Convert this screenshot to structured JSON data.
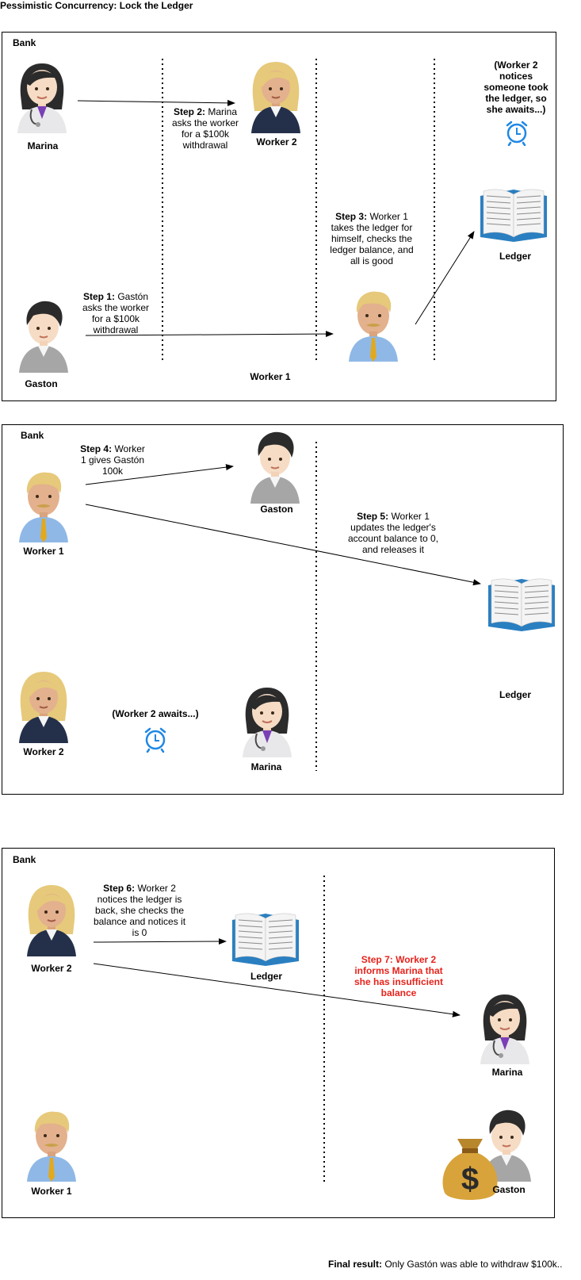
{
  "title": "Pessimistic Concurrency: Lock the Ledger",
  "bank_label": "Bank",
  "names": {
    "marina": "Marina",
    "worker2": "Worker 2",
    "worker1": "Worker 1",
    "gaston": "Gaston",
    "ledger": "Ledger"
  },
  "panel1": {
    "step2_bold": "Step 2:",
    "step2_text": " Marina asks the worker for a $100k withdrawal",
    "step1_bold": "Step 1:",
    "step1_text": " Gastón asks the worker for a $100k withdrawal",
    "step3_bold": "Step 3:",
    "step3_text": " Worker 1 takes the ledger for himself, checks the ledger balance, and all is good",
    "await_note": "(Worker 2 notices someone took the ledger, so she awaits...)"
  },
  "panel2": {
    "step4_bold": "Step 4:",
    "step4_text": " Worker 1 gives Gastón 100k",
    "step5_bold": "Step 5:",
    "step5_text": " Worker 1 updates the ledger's account balance to 0, and releases it",
    "await_note": "(Worker 2 awaits...)"
  },
  "panel3": {
    "step6_bold": "Step 6:",
    "step6_text": " Worker 2 notices the ledger is back, she checks the balance and notices it is 0",
    "step7": "Step 7: Worker 2 informs Marina that she has insufficient balance"
  },
  "final_bold": "Final result:",
  "final_text": " Only Gastón was able to withdraw $100k..",
  "colors": {
    "step7": "#e8221b",
    "clock": "#1e88e5",
    "ledger_cover": "#2a7fc1"
  }
}
